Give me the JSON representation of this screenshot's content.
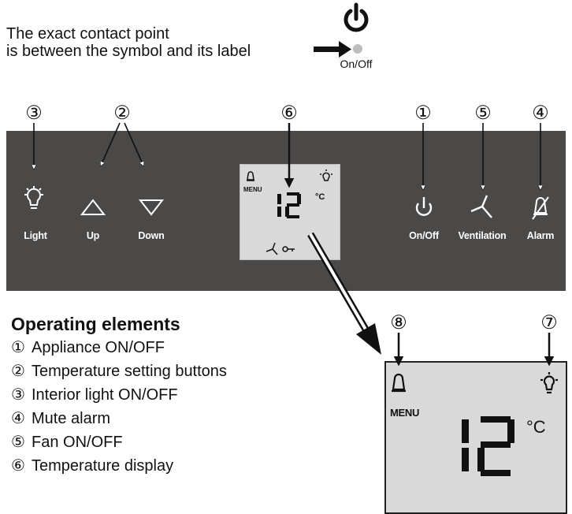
{
  "note": {
    "line1": "The exact contact point",
    "line2": "is between the symbol and its label",
    "label": "On/Off"
  },
  "callouts": {
    "n1": "①",
    "n2": "②",
    "n3": "③",
    "n4": "④",
    "n5": "⑤",
    "n6": "⑥",
    "n7": "⑦",
    "n8": "⑧"
  },
  "buttons": {
    "light": "Light",
    "up": "Up",
    "down": "Down",
    "onoff": "On/Off",
    "ventilation": "Ventilation",
    "alarm": "Alarm"
  },
  "display_small": {
    "menu": "MENU",
    "unit": "°C"
  },
  "display_big": {
    "menu": "MENU",
    "unit": "°C"
  },
  "legend": {
    "title": "Operating elements",
    "items": [
      {
        "num": "①",
        "text": "Appliance ON/OFF"
      },
      {
        "num": "②",
        "text": "Temperature setting buttons"
      },
      {
        "num": "③",
        "text": "Interior light ON/OFF"
      },
      {
        "num": "④",
        "text": "Mute alarm"
      },
      {
        "num": "⑤",
        "text": "Fan ON/OFF"
      },
      {
        "num": "⑥",
        "text": "Temperature display"
      }
    ]
  },
  "colors": {
    "panel": "#4a4948",
    "lcd": "#d9d9d9",
    "ink": "#111111",
    "button_text": "#ffffff"
  }
}
